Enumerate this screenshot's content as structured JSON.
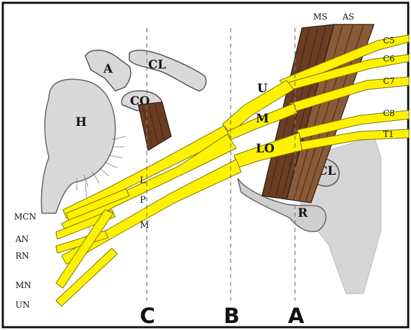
{
  "colors": {
    "nerve": "#fff200",
    "nerve_outline": "#7a7400",
    "bone": "#d9d9d9",
    "bone_outline": "#666666",
    "muscle": "#6b3d22",
    "muscle_light": "#8a5a36",
    "border": "#111111"
  },
  "structures": {
    "humerus": "H",
    "acromion": "A",
    "clavicle_top": "CL",
    "coracoid": "CO",
    "clavicle_right": "CL",
    "rib": "R",
    "middle_scalene": "MS",
    "anterior_scalene": "AS"
  },
  "roots": [
    "C5",
    "C6",
    "C7",
    "C8",
    "T1"
  ],
  "trunks": {
    "upper": "U",
    "middle": "M",
    "lower": "LO"
  },
  "cords": {
    "lateral": "L",
    "posterior": "P",
    "medial": "M"
  },
  "branches": [
    "MCN",
    "AN",
    "RN",
    "MN",
    "UN"
  ],
  "section_lines": [
    "C",
    "B",
    "A"
  ]
}
